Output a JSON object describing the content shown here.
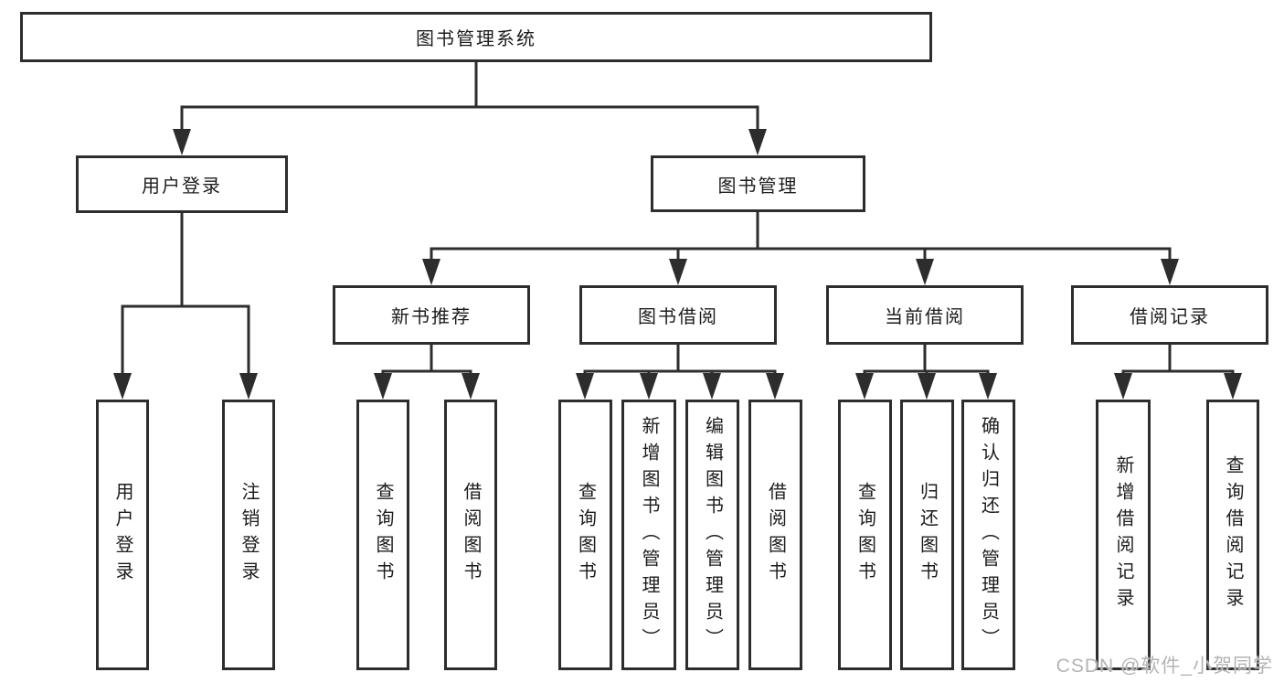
{
  "diagram_type": "hierarchy-tree",
  "colors": {
    "background": "#ffffff",
    "box_border": "#2d2d2d",
    "connector_line": "#2d2d2d",
    "arrowhead": "#2d2d2d",
    "text": "#1c1c1c",
    "watermark": "#b5b4b4"
  },
  "watermark": {
    "text": "CSDN @软件_小贺同学"
  },
  "tree": {
    "label": "图书管理系统",
    "children": [
      {
        "label": "用户登录",
        "children": [
          {
            "label": "用户登录"
          },
          {
            "label": "注销登录"
          }
        ]
      },
      {
        "label": "图书管理",
        "children": [
          {
            "label": "新书推荐",
            "children": [
              {
                "label": "查询图书"
              },
              {
                "label": "借阅图书"
              }
            ]
          },
          {
            "label": "图书借阅",
            "children": [
              {
                "label": "查询图书"
              },
              {
                "label": "新增图书（管理员）"
              },
              {
                "label": "编辑图书（管理员）"
              },
              {
                "label": "借阅图书"
              }
            ]
          },
          {
            "label": "当前借阅",
            "children": [
              {
                "label": "查询图书"
              },
              {
                "label": "归还图书"
              },
              {
                "label": "确认归还（管理员）"
              }
            ]
          },
          {
            "label": "借阅记录",
            "children": [
              {
                "label": "新增借阅记录"
              },
              {
                "label": "查询借阅记录"
              }
            ]
          }
        ]
      }
    ]
  }
}
